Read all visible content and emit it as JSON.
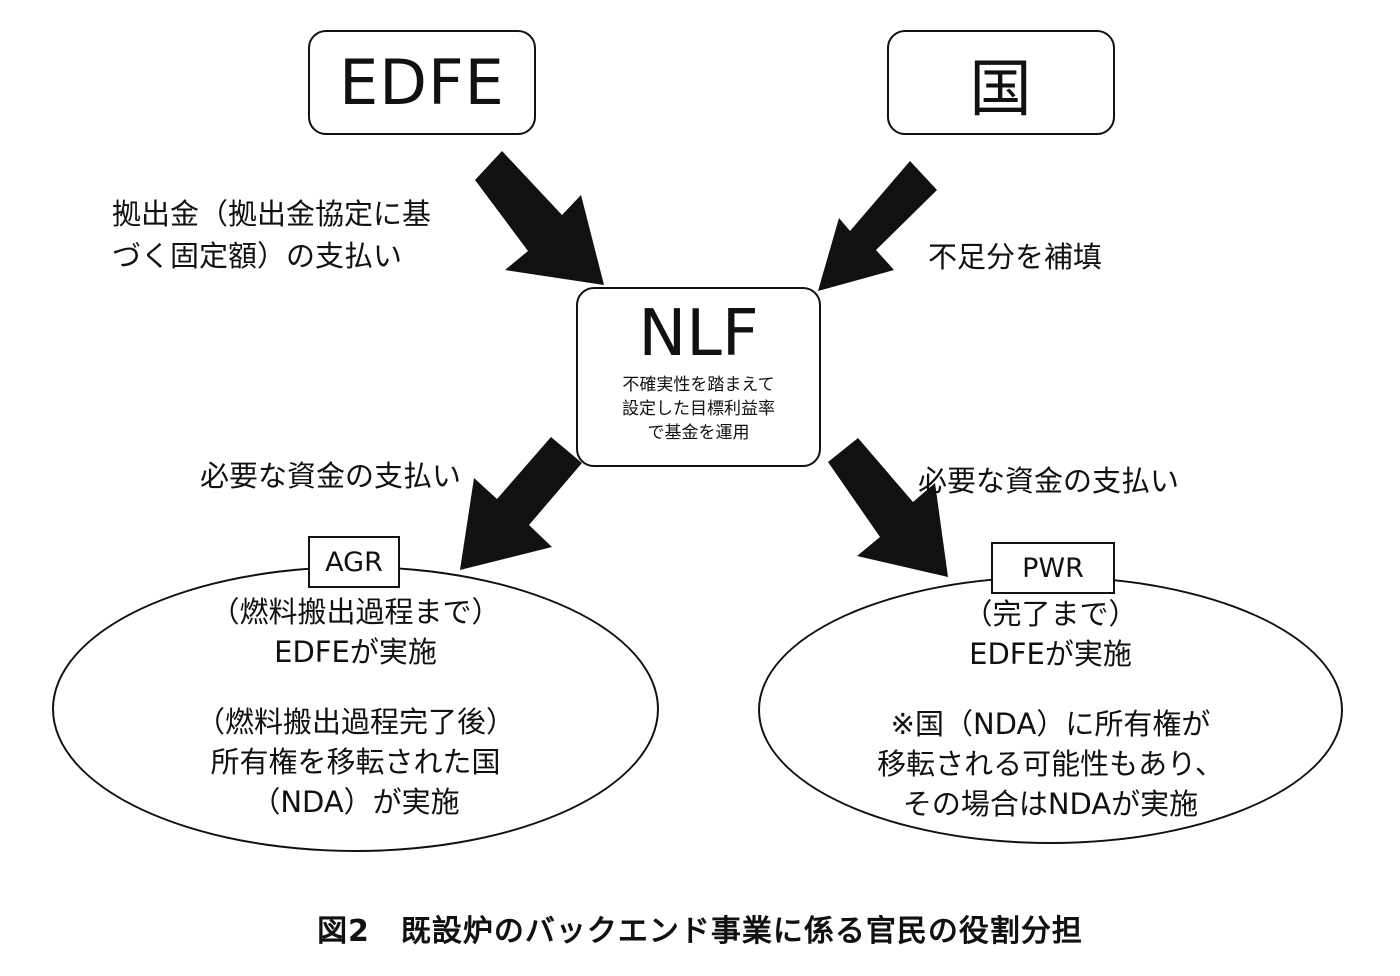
{
  "nodes": {
    "edfe": "EDFE",
    "kuni": "国",
    "nlf": {
      "title": "NLF",
      "desc": [
        "不確実性を踏まえて",
        "設定した目標利益率",
        "で基金を運用"
      ]
    }
  },
  "edges": {
    "edfe_to_nlf": [
      "拠出金（拠出金協定に基",
      "づく固定額）の支払い"
    ],
    "kuni_to_nlf": "不足分を補填",
    "nlf_to_agr": "必要な資金の支払い",
    "nlf_to_pwr": "必要な資金の支払い"
  },
  "agr": {
    "tag": "AGR",
    "lines_top": [
      "（燃料搬出過程まで）",
      "EDFEが実施"
    ],
    "lines_bottom": [
      "（燃料搬出過程完了後）",
      "所有権を移転された国",
      "（NDA）が実施"
    ]
  },
  "pwr": {
    "tag": "PWR",
    "lines_top": [
      "（完了まで）",
      "EDFEが実施"
    ],
    "lines_bottom": [
      "※国（NDA）に所有権が",
      "移転される可能性もあり、",
      "その場合はNDAが実施"
    ]
  },
  "caption": "図2　既設炉のバックエンド事業に係る官民の役割分担",
  "colors": {
    "stroke": "#111111",
    "arrow": "#111111",
    "background": "#ffffff"
  }
}
